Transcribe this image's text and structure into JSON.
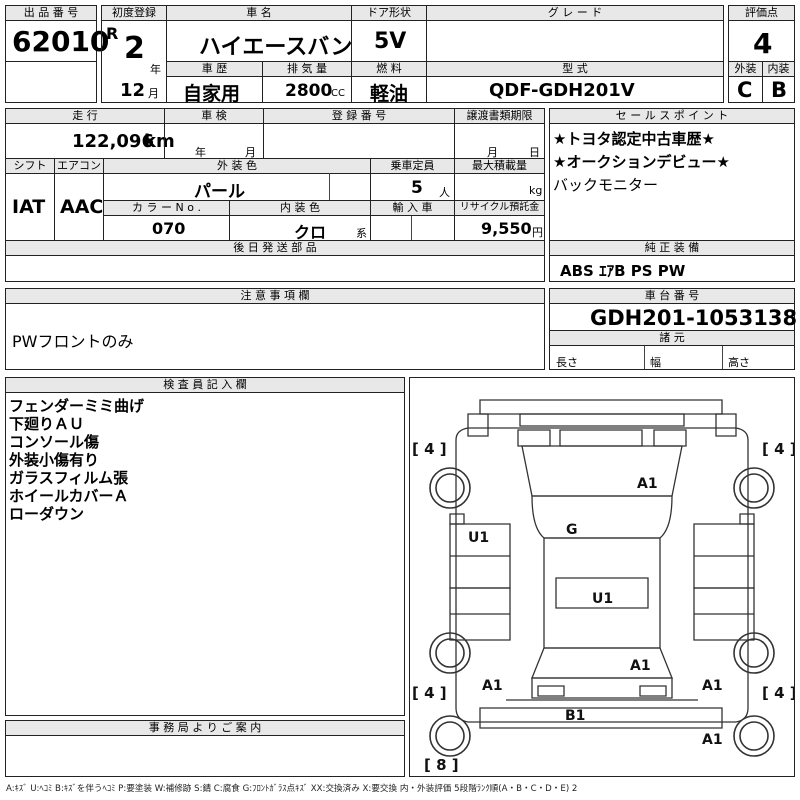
{
  "header": {
    "lot_label": "出 品 番 号",
    "lot": "62010",
    "first_reg_label": "初度登録",
    "era": "R",
    "reg_year": "2",
    "year_unit": "年",
    "reg_month": "12",
    "month_unit": "月",
    "model_label": "車   名",
    "model": "ハイエースバン",
    "door_label": "ドア形状",
    "door": "5V",
    "grade_label": "グ レ ー ド",
    "score_label": "評価点",
    "score": "4",
    "history_label": "車 歴",
    "history": "自家用",
    "disp_label": "排 気 量",
    "disp": "2800",
    "disp_unit": "CC",
    "fuel_label": "燃 料",
    "fuel": "軽油",
    "type_label": "型 式",
    "type": "QDF-GDH201V",
    "ext_label": "外装",
    "ext": "C",
    "int_label": "内装",
    "int": "B"
  },
  "info": {
    "mileage_label": "走 行",
    "mileage": "122,096",
    "mileage_unit": "km",
    "inspection_label": "車 検",
    "insp_year": "年",
    "insp_month": "月",
    "regno_label": "登 録 番 号",
    "transfer_label": "譲渡書類期限",
    "transfer_month": "月",
    "transfer_day": "日",
    "shift_label": "シフト",
    "shift": "IAT",
    "ac_label": "エアコン",
    "ac": "AAC",
    "color_label": "外 装 色",
    "color": "パール",
    "capacity_label": "乗車定員",
    "capacity": "5",
    "capacity_unit": "人",
    "load_label": "最大積載量",
    "load_unit": "kg",
    "colorno_label": "カ ラ ー N o .",
    "colorno": "070",
    "intcolor_label": "内 装 色",
    "intcolor": "クロ",
    "intcolor_suffix": "系",
    "import_label": "輸 入 車",
    "recycle_label": "リサイクル預託金",
    "recycle": "9,550",
    "recycle_unit": "円",
    "later_label": "後 日 発 送 部 品"
  },
  "sales": {
    "label": "セ ー ル ス ポ イ ン ト",
    "lines": [
      "★トヨタ認定中古車歴★",
      "★オークションデビュー★",
      "バックモニター"
    ]
  },
  "equipment": {
    "label": "純 正 装 備",
    "value": "ABS ｴｱB PS PW"
  },
  "notes": {
    "label": "注 意 事 項 欄",
    "value": "PWフロントのみ"
  },
  "chassis": {
    "label": "車 台 番 号",
    "value": "GDH201-1053138",
    "spec_label": "諸 元",
    "length": "長さ",
    "width": "幅",
    "height": "高さ"
  },
  "inspector": {
    "label": "検 査 員 記 入 欄",
    "lines": [
      "フェンダーミミ曲げ",
      "下廻りＡＵ",
      "コンソール傷",
      "外装小傷有り",
      "ガラスフィルム張",
      "ホイールカバーＡ",
      "ローダウン"
    ]
  },
  "office": {
    "label": "事 務 局 よ り ご 案 内"
  },
  "diagram": {
    "tread_fl": "4",
    "tread_fr": "4",
    "tread_rl": "4",
    "tread_rr": "4",
    "tread_spare": "8",
    "marks": {
      "hood": "A1",
      "windshield": "G",
      "front_left_door": "U1",
      "roof": "U1",
      "right_quarter": "A1",
      "rear_left": "A1",
      "rear_right": "A1",
      "rear_bumper": "B1",
      "rear_corner": "A1"
    }
  },
  "legend": "A:ｷｽﾞ U:ﾍｺﾐ B:ｷｽﾞを伴うﾍｺﾐ P:要塗装 W:補修跡 S:錆 C:腐食 G:ﾌﾛﾝﾄｶﾞﾗｽ点ｷｽﾞ XX:交換済み X:要交換 内・外装評価 5段階ﾗﾝｸ順(A・B・C・D・E) 2"
}
